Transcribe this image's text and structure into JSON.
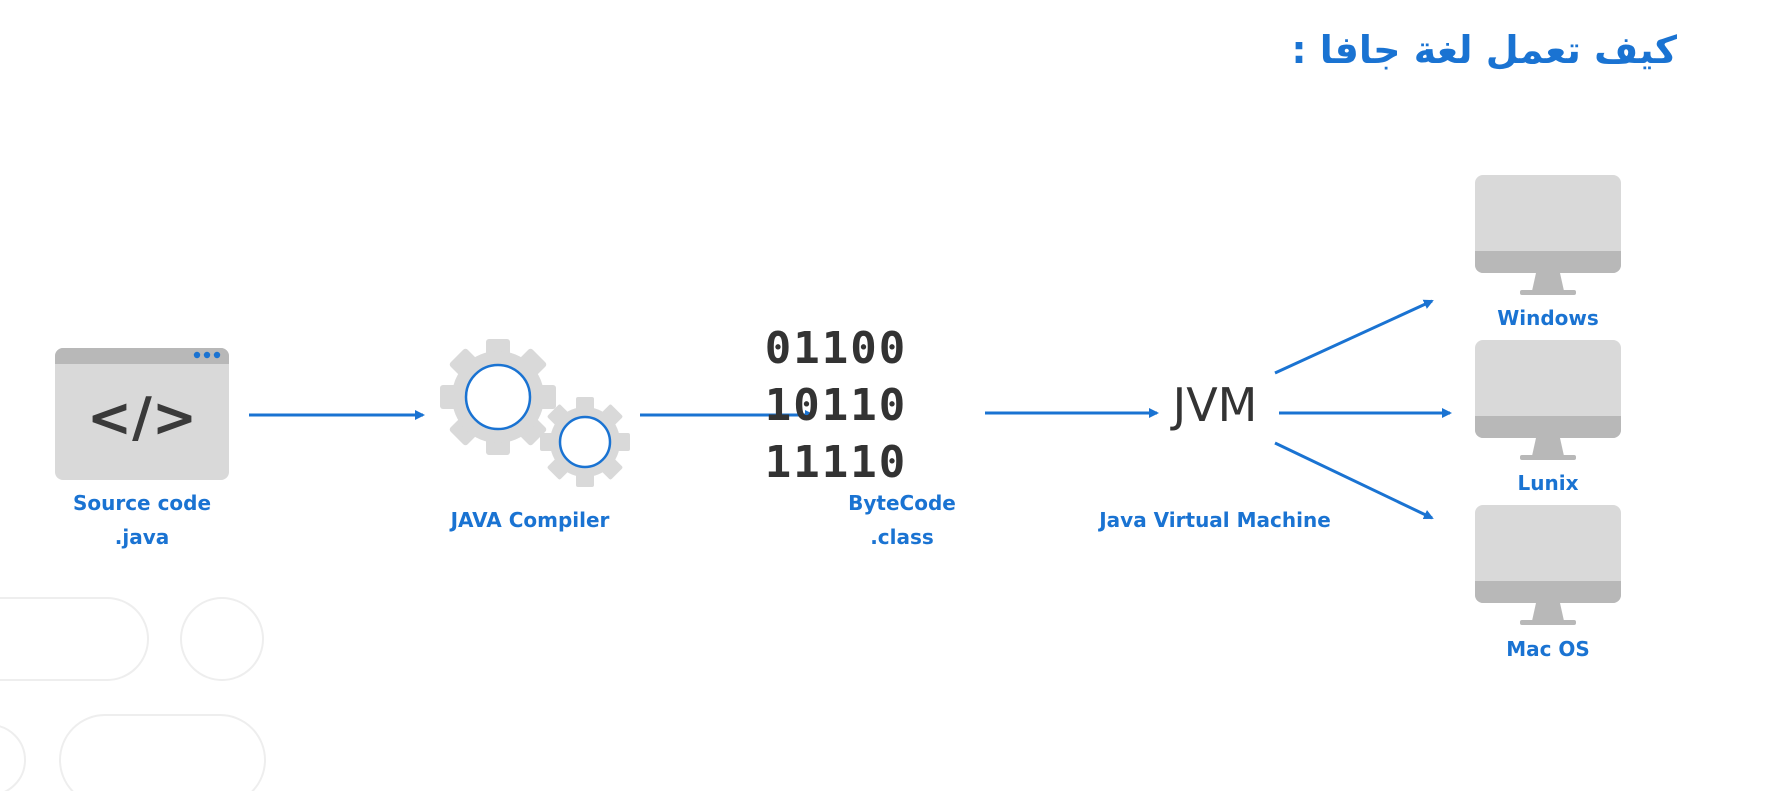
{
  "title": "كيف تعمل لغة جافا :",
  "source": {
    "icon": "code-window-icon",
    "glyph": "</>",
    "line1": "Source code",
    "line2": ".java"
  },
  "compiler": {
    "icon": "gears-icon",
    "label": "JAVA Compiler"
  },
  "bytecode": {
    "lines": [
      "01100",
      "10110",
      "11110"
    ],
    "line1": "ByteCode",
    "line2": ".class"
  },
  "jvm": {
    "text": "JVM",
    "label": "Java Virtual Machine"
  },
  "targets": [
    {
      "icon": "monitor-icon",
      "label": "Windows"
    },
    {
      "icon": "monitor-icon",
      "label": "Lunix"
    },
    {
      "icon": "monitor-icon",
      "label": "Mac OS"
    }
  ],
  "colors": {
    "accent": "#1a73d2",
    "gray": "#d6d6d6",
    "dark": "#333333"
  }
}
